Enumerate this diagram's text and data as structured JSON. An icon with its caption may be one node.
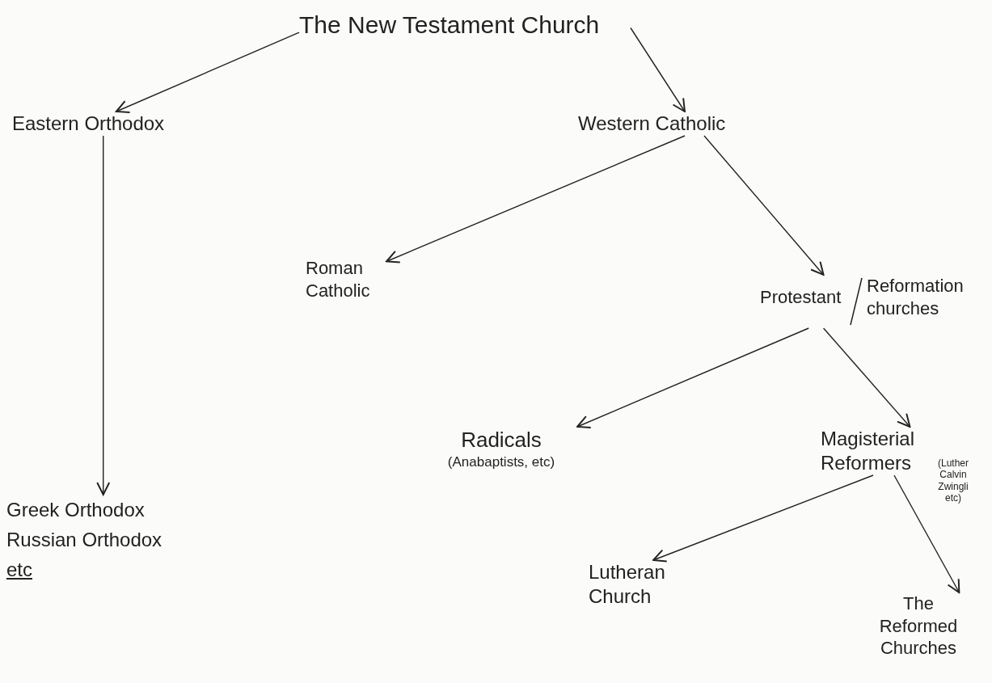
{
  "diagram": {
    "nodes": [
      {
        "text": [
          "The New Testament Church"
        ]
      },
      {
        "text": [
          "Eastern Orthodox"
        ]
      },
      {
        "text": [
          "Western Catholic"
        ]
      },
      {
        "text": [
          "Roman Catholic"
        ]
      },
      {
        "text": [
          "Protestant",
          "Reformation churches"
        ]
      },
      {
        "text": [
          "Radicals",
          "(Anabaptists, etc)"
        ]
      },
      {
        "text": [
          "Magisterial Reformers"
        ],
        "beside": [
          "(Luther Calvin Zwingli etc)"
        ]
      },
      {
        "text": [
          "Greek Orthodox",
          "Russian Orthodox",
          "etc"
        ]
      },
      {
        "text": [
          "Lutheran Church"
        ]
      },
      {
        "text": [
          "The Reformed Churches"
        ]
      }
    ],
    "edges": [
      {
        "from": 0,
        "to": 1,
        "arrow": "to"
      },
      {
        "from": 0,
        "to": 2,
        "arrow": "to"
      },
      {
        "from": 1,
        "to": 7,
        "arrow": "to"
      },
      {
        "from": 2,
        "to": 3,
        "arrow": "to"
      },
      {
        "from": 2,
        "to": 4,
        "arrow": "to"
      },
      {
        "from": 4,
        "to": 5,
        "arrow": "to"
      },
      {
        "from": 4,
        "to": 6,
        "arrow": "to"
      },
      {
        "from": 6,
        "to": 8,
        "arrow": "to"
      },
      {
        "from": 6,
        "to": 9,
        "arrow": "to"
      }
    ]
  }
}
